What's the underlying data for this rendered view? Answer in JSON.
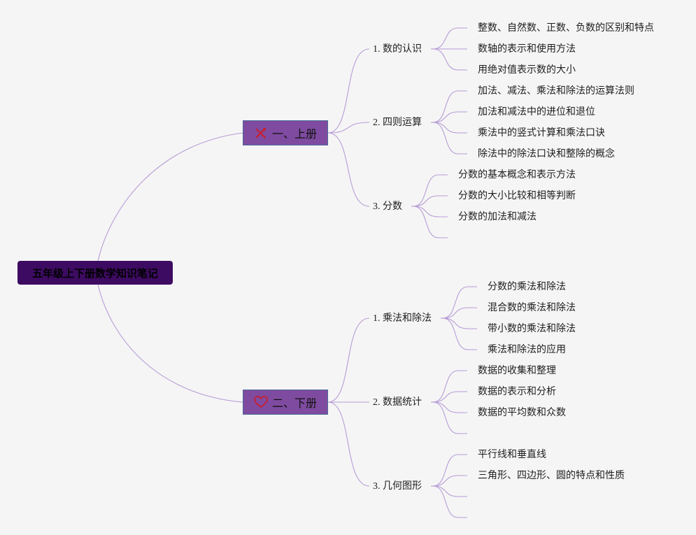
{
  "root": {
    "title": "五年级上下册数学知识笔记"
  },
  "branches": [
    {
      "label": "一、上册",
      "icon": "tools-icon",
      "topics": [
        {
          "label": "1. 数的认识",
          "items": [
            "整数、自然数、正数、负数的区别和特点",
            "数轴的表示和使用方法",
            "用绝对值表示数的大小"
          ]
        },
        {
          "label": "2. 四则运算",
          "items": [
            "加法、减法、乘法和除法的运算法则",
            "加法和减法中的进位和退位",
            "乘法中的竖式计算和乘法口诀",
            "除法中的除法口诀和整除的概念"
          ]
        },
        {
          "label": "3. 分数",
          "items": [
            "分数的基本概念和表示方法",
            "分数的大小比较和相等判断",
            "分数的加法和减法",
            ""
          ]
        }
      ]
    },
    {
      "label": "二、下册",
      "icon": "heart-icon",
      "topics": [
        {
          "label": "1. 乘法和除法",
          "items": [
            "分数的乘法和除法",
            "混合数的乘法和除法",
            "带小数的乘法和除法",
            "乘法和除法的应用"
          ]
        },
        {
          "label": "2. 数据统计",
          "items": [
            "数据的收集和整理",
            "数据的表示和分析",
            "数据的平均数和众数",
            ""
          ]
        },
        {
          "label": "3. 几何图形",
          "items": [
            "平行线和垂直线",
            "三角形、四边形、圆的特点和性质",
            "",
            ""
          ]
        }
      ]
    }
  ],
  "colors": {
    "background": "#f5f5f5",
    "root": "#3d0b62",
    "branch": "#7f4ba0",
    "line": "#b79cd6",
    "icon": "#c81e2c"
  }
}
